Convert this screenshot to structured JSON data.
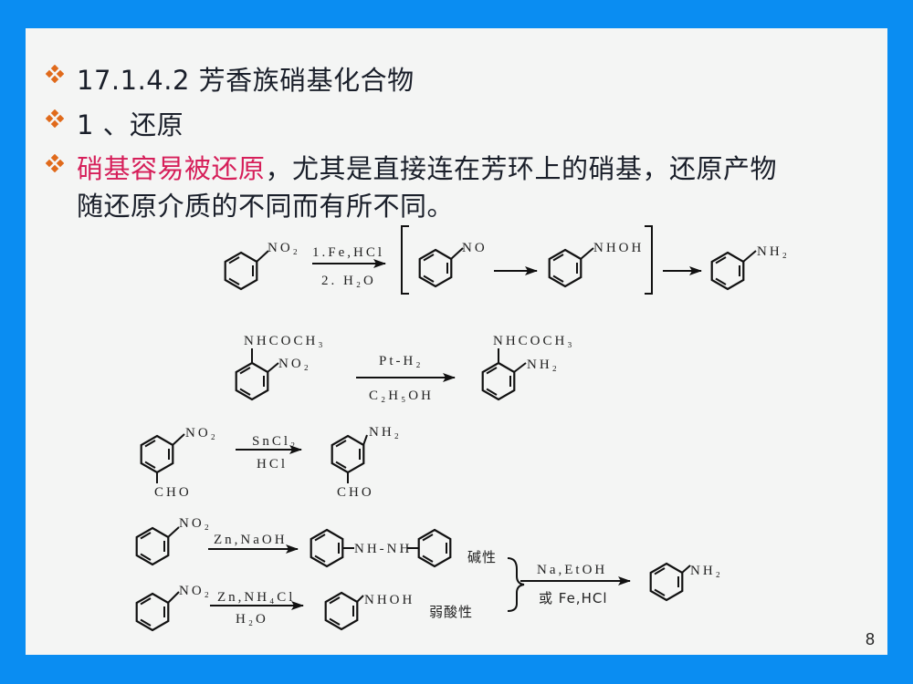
{
  "slide": {
    "page_number": "8",
    "colors": {
      "background": "#0a8df2",
      "panel": "#f4f5f4",
      "bullet": "#e06a1b",
      "highlight": "#d61f5a",
      "text": "#1a1f2a"
    },
    "bullets": [
      {
        "icon": "diamond-cluster-bullet",
        "text": "17.1.4.2  芳香族硝基化合物"
      },
      {
        "icon": "diamond-cluster-bullet",
        "text": "1 、还原"
      },
      {
        "icon": "diamond-cluster-bullet",
        "highlight": "硝基容易被还原",
        "text": "，尤其是直接连在芳环上的硝基，还原产物",
        "continuation": "随还原介质的不同而有所不同。"
      }
    ]
  },
  "reactions": {
    "r1": {
      "reactant": "NO₂",
      "reagent_top": "1.Fe,HCl",
      "reagent_bottom": "2. H₂O",
      "intermediate1": "NO",
      "intermediate2": "NHOH",
      "product": "NH₂"
    },
    "r2": {
      "reactant_sub1": "NHCOCH₃",
      "reactant_sub2": "NO₂",
      "reagent_top": "Pt-H₂",
      "reagent_bottom": "C₂H₅OH",
      "product_sub1": "NHCOCH₃",
      "product_sub2": "NH₂"
    },
    "r3": {
      "reactant_sub1": "NO₂",
      "reactant_sub2": "CHO",
      "reagent_top": "SnCl₂",
      "reagent_bottom": "HCl",
      "product_sub1": "NH₂",
      "product_sub2": "CHO"
    },
    "r4": {
      "reactant": "NO₂",
      "reagent_top": "Zn,NaOH",
      "product": "NH-NH",
      "condition": "碱性"
    },
    "r5": {
      "reactant": "NO₂",
      "reagent_top": "Zn,NH₄Cl",
      "reagent_bottom": "H₂O",
      "product": "NHOH",
      "condition": "弱酸性"
    },
    "r6": {
      "reagent_top": "Na,EtOH",
      "reagent_bottom": "或 Fe,HCl",
      "product": "NH₂"
    }
  }
}
